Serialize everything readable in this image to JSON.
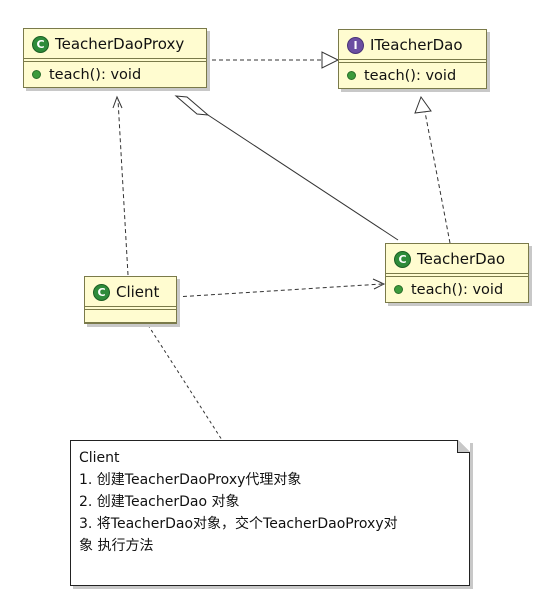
{
  "classes": {
    "proxy": {
      "name": "TeacherDaoProxy",
      "kind": "class",
      "badge": "C",
      "methods": [
        "teach(): void"
      ]
    },
    "iface": {
      "name": "ITeacherDao",
      "kind": "interface",
      "badge": "I",
      "methods": [
        "teach(): void"
      ]
    },
    "dao": {
      "name": "TeacherDao",
      "kind": "class",
      "badge": "C",
      "methods": [
        "teach(): void"
      ]
    },
    "client": {
      "name": "Client",
      "kind": "class",
      "badge": "C",
      "methods": []
    }
  },
  "note": {
    "lines": [
      "Client",
      "1. 创建TeacherDaoProxy代理对象",
      "2. 创建TeacherDao 对象",
      "3. 将TeacherDao对象，交个TeacherDaoProxy对",
      "象 执行方法"
    ]
  },
  "relations": [
    {
      "from": "proxy",
      "to": "iface",
      "type": "realization"
    },
    {
      "from": "dao",
      "to": "iface",
      "type": "realization"
    },
    {
      "from": "proxy",
      "to": "dao",
      "type": "aggregation"
    },
    {
      "from": "client",
      "to": "proxy",
      "type": "dependency"
    },
    {
      "from": "client",
      "to": "dao",
      "type": "dependency"
    },
    {
      "from": "client",
      "to": "note",
      "type": "note-link"
    }
  ],
  "colors": {
    "class_fill": "#fffcd0",
    "class_border": "#7a7a4a",
    "class_badge": "#2e8b3a",
    "interface_badge": "#6b4ea2",
    "method_dot": "#3c9b3c"
  }
}
